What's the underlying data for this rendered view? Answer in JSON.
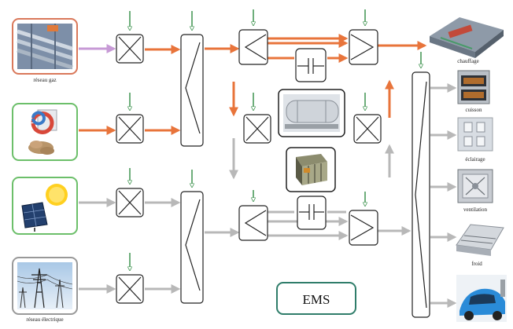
{
  "sources": {
    "gas": "réseau gaz",
    "grid": "réseau électrique"
  },
  "loads": {
    "heating": "chauffage",
    "cooking": "cuisson",
    "lighting": "éclairage",
    "ventilation": "ventilation",
    "cold": "froid"
  },
  "ems": "EMS",
  "colors": {
    "thermal_flow": "#e8743b",
    "electric_flow": "#b8b8b8",
    "control_signal": "#4a9a5a",
    "gas_pipe": "#c79ad6",
    "thermal_frame": "#d9785a",
    "renewable_frame": "#6cbf6a",
    "grid_frame": "#999999",
    "ems_frame": "#2f7d6a"
  },
  "icons": {
    "gas": "gas-pipes-photo",
    "biomass": "biomass-photo",
    "solar": "solar-pv-photo",
    "grid": "pylons-photo",
    "heat_storage": "storage-tank-photo",
    "battery": "battery-stack-photo",
    "heating": "building-photo",
    "cooking": "oven-photo",
    "lighting": "light-fixture-photo",
    "ventilation": "fan-photo",
    "cold": "chiller-photo",
    "ev": "electric-car-photo"
  }
}
